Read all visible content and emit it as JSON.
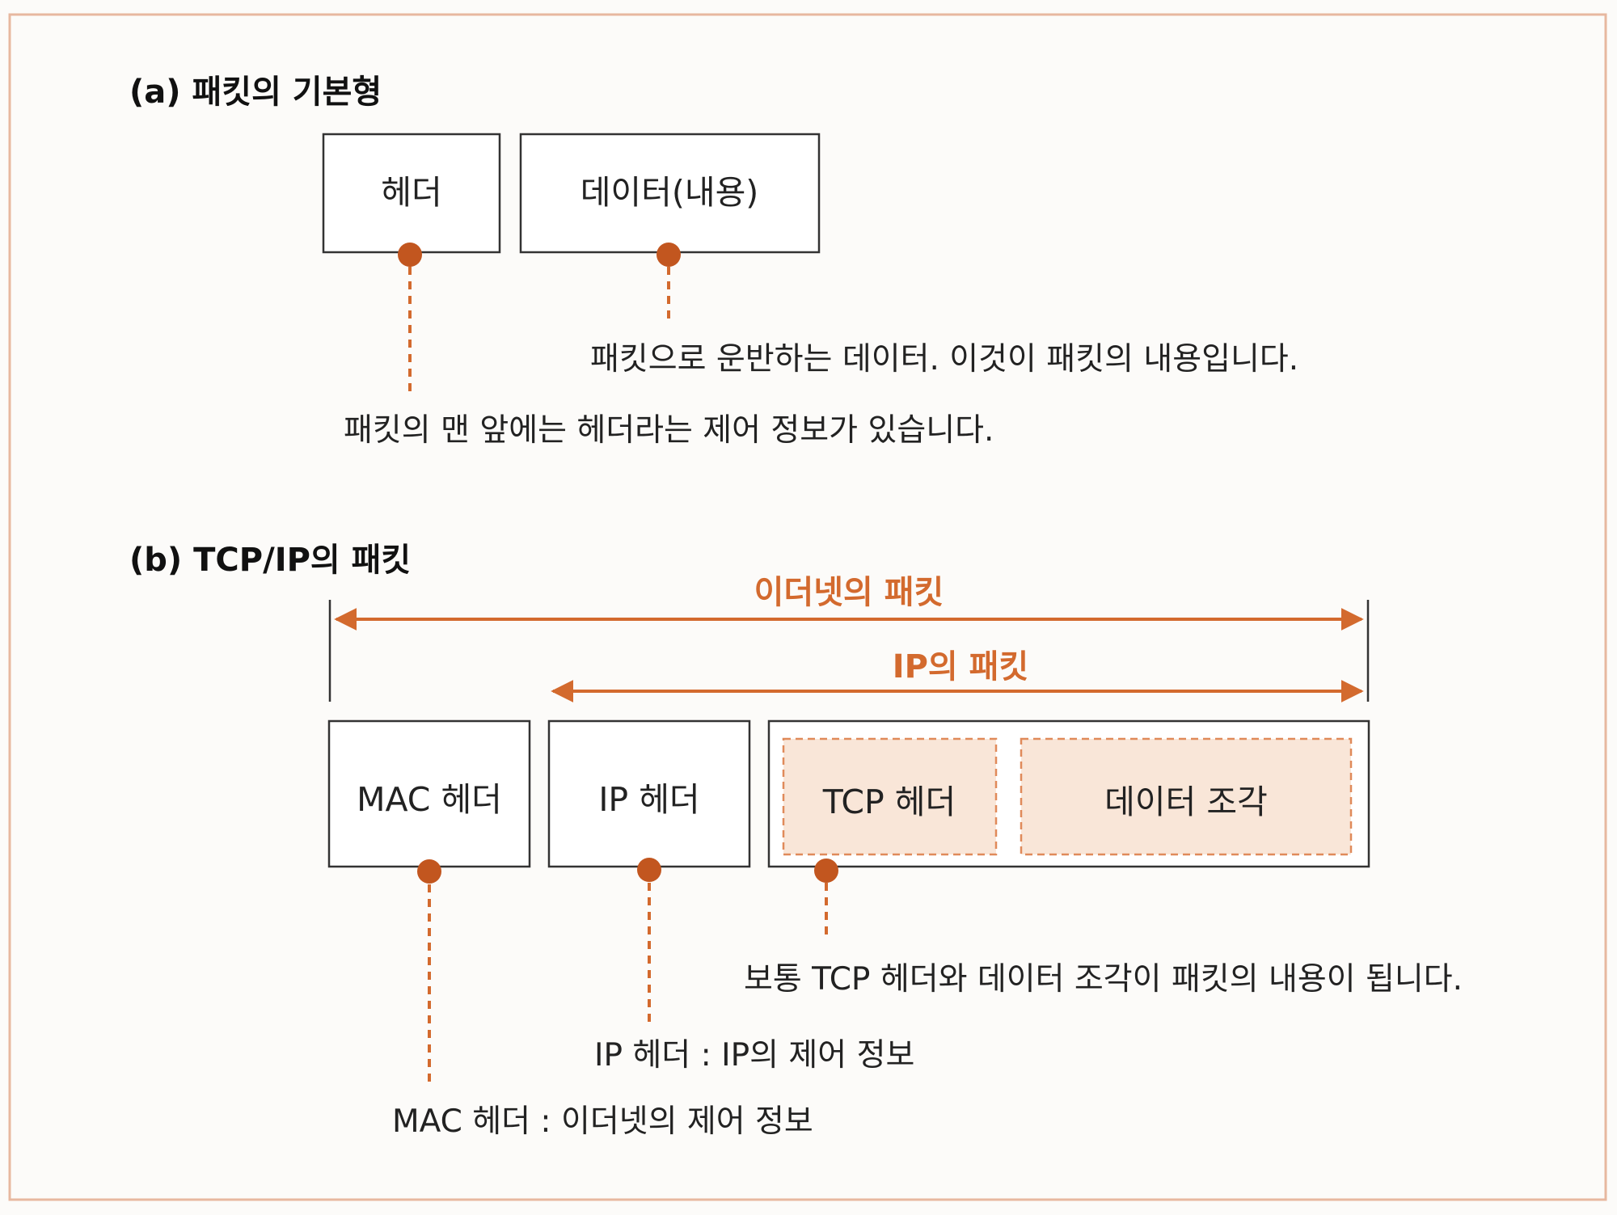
{
  "section_a": {
    "heading": "(a) 패킷의 기본형",
    "header_box": "헤더",
    "data_box": "데이터(내용)",
    "data_note": "패킷으로 운반하는 데이터. 이것이 패킷의 내용입니다.",
    "header_note": "패킷의 맨 앞에는 헤더라는 제어 정보가 있습니다."
  },
  "section_b": {
    "heading": "(b) TCP/IP의 패킷",
    "ethernet_span_label": "이더넷의 패킷",
    "ip_span_label": "IP의 패킷",
    "mac_header_box": "MAC 헤더",
    "ip_header_box": "IP 헤더",
    "tcp_header_box": "TCP 헤더",
    "data_fragment_box": "데이터 조각",
    "tcp_note": "보통 TCP 헤더와 데이터 조각이 패킷의 내용이 됩니다.",
    "ip_note": "IP 헤더 : IP의 제어 정보",
    "mac_note": "MAC 헤더 : 이더넷의 제어 정보"
  },
  "colors": {
    "accent": "#d36a2e",
    "dot": "#c2561f",
    "frame": "#e7b8a0",
    "highlight_fill": "#f9e6d8",
    "box_stroke": "#333333"
  }
}
